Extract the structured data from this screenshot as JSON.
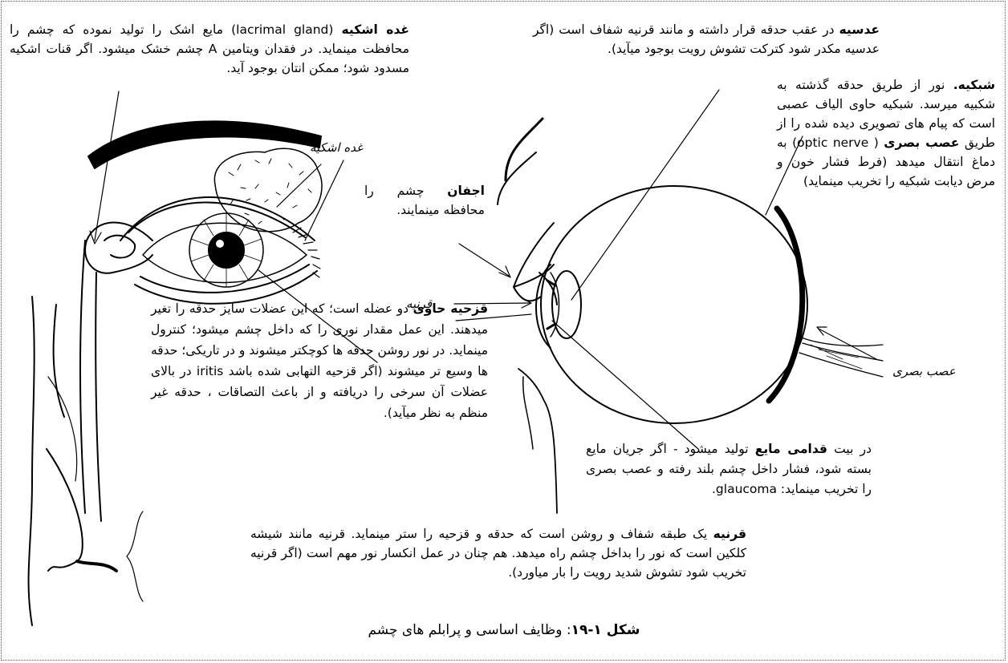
{
  "texts": {
    "lacrimal": {
      "term": "غده اشکیه",
      "body": "(lacrimal gland) مایع اشک را تولید نموده که چشم را محافظت مینماید. در فقدان ویتامین A چشم خشک میشود. اگر قنات اشکیه مسدود شود؛ ممکن انتان بوجود آید."
    },
    "lens": {
      "term": "عدسیه",
      "body": "در عقب حدقه قرار داشته و مانند قرنیه شفاف است (اگر عدسیه مکدر شود کترکت تشوش رویت بوجود میآید)."
    },
    "retina": {
      "term": "شبکیه.",
      "body1": "نور از طریق حدقه گذشته به شکبیه میرسد. شبکیه حاوی الیاف عصبی است که پیام های تصویری دیده شده را از طریق",
      "term2": "عصب بصری",
      "body2": "( optic nerve) به دماغ انتقال میدهد (فرط فشار خون و مرض دیابت شبکیه را تخریب مینماید)"
    },
    "eyelid": {
      "term": "اجفان",
      "body": "چشم را محافظه مینمایند."
    },
    "iris": {
      "term": "قزحیه حاوی",
      "body": "دو عضله است؛ که این عضلات سایز حدقه را تغیر میدهند. این عمل مقدار نوری را که داخل چشم میشود؛ کنترول مینماید. در نور روشن حدقه ها کوچکتر میشوند و در تاریکی؛ حدقه ها وسیع تر میشوند (اگر قزحیه التهابی شده باشد iritis در بالای عضلات آن سرخی را دریافته و از باعث التصاقات ، حدقه غیر منظم به نظر میآید)."
    },
    "aqueous": {
      "pre": "در بیت",
      "term": "قدامی مایع",
      "body": "تولید میشود - اگر جریان مایع بسته شود، فشار داخل چشم بلند رفته و عصب بصری را تخریب مینماید: glaucoma."
    },
    "cornea": {
      "term": "قرنیه",
      "body": "یک طبقه شفاف و روشن است که حدقه و قزحیه را ستر مینماید. قرنیه مانند شیشه کلکین است که نور را بداخل چشم راه میدهد. هم چنان در عمل انکسار نور مهم است (اگر قرنیه تخریب شود تشوش شدید رویت را بار میاورد)."
    }
  },
  "labels": {
    "lacrimal_gland": "غده اشکیه",
    "cornea": "قرنیه",
    "optic_nerve": "عصب بصری"
  },
  "caption": {
    "num": "شکل ۱-۱۹",
    "text": ": وظایف اساسی و پرابلم های چشم"
  }
}
